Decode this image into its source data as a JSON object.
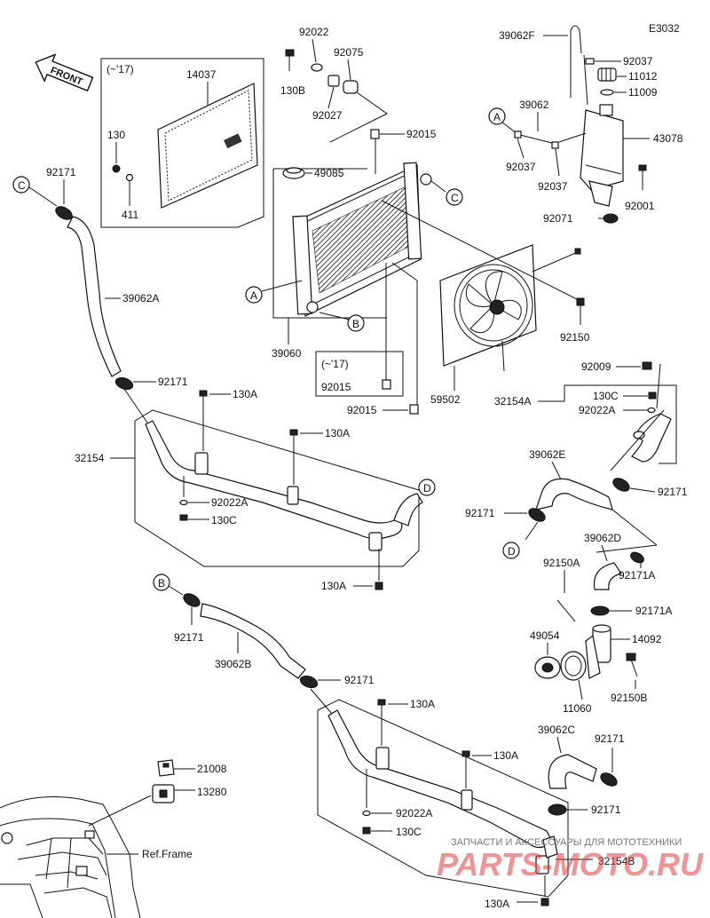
{
  "diagram_code": "E3032",
  "front_label": "FRONT",
  "watermark": {
    "caption": "ЗАПЧАСТИ И АКСЕССУАРЫ ДЛЯ МОТОТЕХНИКИ",
    "brand": "PARTS-MOTO.RU"
  },
  "years_note": "(~'17)",
  "ref_frame": "Ref.Frame",
  "markers": {
    "A": "A",
    "B": "B",
    "C": "C",
    "D": "D"
  },
  "labels": {
    "p92022": "92022",
    "p92075": "92075",
    "p130B": "130B",
    "p92027": "92027",
    "p14037": "14037",
    "p130_top": "130",
    "p411": "411",
    "p92015_a": "92015",
    "p49085": "49085",
    "p39060": "39060",
    "p92015_b": "92015",
    "p92015_c": "92015",
    "p39062F": "39062F",
    "p92037_a": "92037",
    "p11012": "11012",
    "p11009": "11009",
    "p39062": "39062",
    "p43078": "43078",
    "p92037_b": "92037",
    "p92037_c": "92037",
    "p92001": "92001",
    "p92071": "92071",
    "p92150": "92150",
    "p59502": "59502",
    "p92171_a": "92171",
    "p39062A": "39062A",
    "p92171_b": "92171",
    "p130A_a": "130A",
    "p130A_b": "130A",
    "p32154": "32154",
    "p92022A_a": "92022A",
    "p130C_a": "130C",
    "p130A_c": "130A",
    "p92009": "92009",
    "p130C_b": "130C",
    "p92022A_b": "92022A",
    "p32154A": "32154A",
    "p39062E": "39062E",
    "p92171_c": "92171",
    "p92171_d": "92171",
    "p39062D": "39062D",
    "p92150A": "92150A",
    "p92171A_a": "92171A",
    "p92171A_b": "92171A",
    "p49054": "49054",
    "p14092": "14092",
    "p11060": "11060",
    "p92150B": "92150B",
    "p92171_e": "92171",
    "p39062B": "39062B",
    "p92171_f": "92171",
    "p130A_d": "130A",
    "p130A_e": "130A",
    "p39062C": "39062C",
    "p92171_g": "92171",
    "p92171_h": "92171",
    "p92022A_c": "92022A",
    "p130C_c": "130C",
    "p32154B": "32154B",
    "p130A_f": "130A",
    "p21008": "21008",
    "p13280": "13280"
  }
}
